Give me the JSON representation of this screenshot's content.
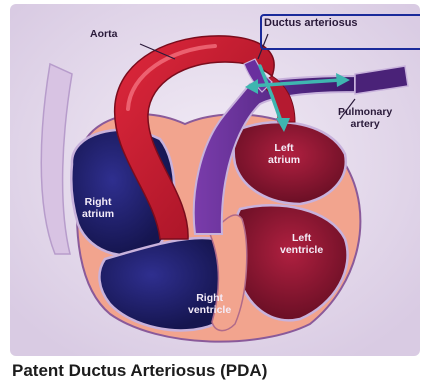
{
  "figure": {
    "labels": {
      "aorta": "Aorta",
      "ductus": "Ductus arteriosus",
      "pulmonary_line1": "Pulmonary",
      "pulmonary_line2": "artery",
      "left_atrium_line1": "Left",
      "left_atrium_line2": "atrium",
      "right_atrium_line1": "Right",
      "right_atrium_line2": "atrium",
      "left_ventricle_line1": "Left",
      "left_ventricle_line2": "ventricle",
      "right_ventricle_line1": "Right",
      "right_ventricle_line2": "ventricle"
    },
    "colors": {
      "aorta_red": "#c0182c",
      "pulmonary_purple": "#5a2b8c",
      "right_side_blue": "#1d1d6b",
      "left_side_red": "#8a1530",
      "myocardium_peach": "#f2a48e",
      "flow_arrow_teal": "#3fb6b0",
      "callout_blue": "#1a2a9a"
    }
  },
  "caption": "Patent Ductus Arteriosus (PDA)"
}
